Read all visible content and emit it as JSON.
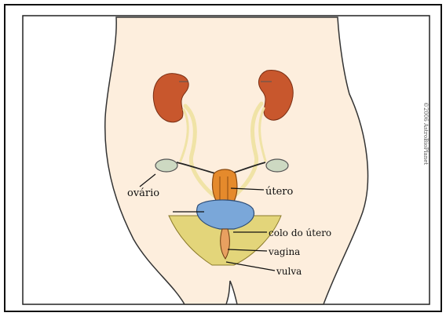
{
  "labels": {
    "ovario": "ovário",
    "utero": "útero",
    "colo": "colo do útero",
    "vagina": "vagina",
    "vulva": "vulva"
  },
  "watermark": "©2006 AstroBioPlanet",
  "colors": {
    "skin": "#fdeedd",
    "kidney": "#c8572d",
    "ureter": "#f0e3a6",
    "bladder": "#7aa7d9",
    "uterus": "#e58a2c",
    "pelvis": "#e3d57a",
    "ovary": "#cdd9c2",
    "leader": "#111111"
  }
}
